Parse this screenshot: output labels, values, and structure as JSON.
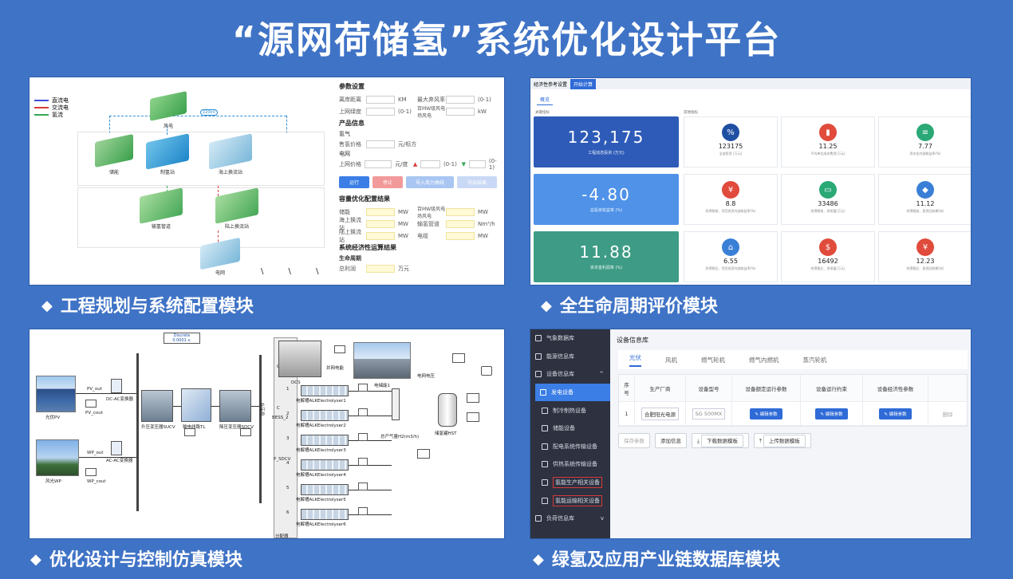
{
  "title": "“源网荷储氢”系统优化设计平台",
  "captions": {
    "p1": "工程规划与系统配置模块",
    "p2": "全生命周期评价模块",
    "p3": "优化设计与控制仿真模块",
    "p4": "绿氢及应用产业链数据库模块",
    "bullet": "◆"
  },
  "planning": {
    "legend": [
      {
        "label": "直流电",
        "color": "#3b4fd8"
      },
      {
        "label": "交流电",
        "color": "#d83b3b"
      },
      {
        "label": "氢流",
        "color": "#34a853"
      }
    ],
    "nodes": {
      "wind": "风电",
      "storage": "储能",
      "h2prod": "制氢站",
      "sea_station": "海上换流站",
      "pipeline": "输氢管道",
      "land_station": "陆上换流站",
      "grid": "电网"
    },
    "link_label": "220kV",
    "params_title": "参数设置",
    "rows1": [
      {
        "a": "离岸距离",
        "ua": "KM",
        "b": "最大弃风率",
        "ub": "(0-1)"
      },
      {
        "a": "上网绿度",
        "ua": "(0-1)",
        "b": "百MW级风电场风电",
        "ub": "kW"
      }
    ],
    "product_title": "产品信息",
    "product_h2": "氢气",
    "product_h2_row": {
      "a": "售氢价格",
      "ua": "元/标方"
    },
    "product_grid": "电网",
    "product_grid_row": {
      "a": "上网价格",
      "ua": "元/度",
      "ub": "(0-1)",
      "uc": "(0-1)"
    },
    "buttons": [
      {
        "label": "运行",
        "color": "#3b7ee6"
      },
      {
        "label": "停止",
        "color": "#f29a9a"
      },
      {
        "label": "导入风力曲线",
        "color": "#a9c6f2"
      },
      {
        "label": "导出结果",
        "color": "#c9d9f5"
      }
    ],
    "capacity_title": "容量优化配置结果",
    "rows2": [
      {
        "a": "储能",
        "ua": "MW",
        "b": "百MW级风电场风电",
        "ub": "MW"
      },
      {
        "a": "海上换流站",
        "ua": "MW",
        "b": "输氢管道",
        "ub": "Nm³/h"
      },
      {
        "a": "陆上换流站",
        "ua": "MW",
        "b": "电缆",
        "ub": "MW"
      }
    ],
    "econ_title": "系统经济性运算结果",
    "econ_sub": "生命周期",
    "econ_row": {
      "a": "总利润",
      "ua": "万元"
    }
  },
  "lifecycle": {
    "top_label": "经济性参考设置",
    "top_tab": "开始计算",
    "sub_tab": "概览",
    "left_header": "关键指标",
    "right_header": "其他指标",
    "big": [
      {
        "value": "123,175",
        "label": "工程动态投资 (万元)",
        "color": "#2e5bb8"
      },
      {
        "value": "-4.80",
        "label": "总投资收益率 (%)",
        "color": "#4f92e8"
      },
      {
        "value": "11.88",
        "label": "资本金利润率 (%)",
        "color": "#3e9c86"
      }
    ],
    "kpis": [
      {
        "value": "123175",
        "label": "全部投资 (万元)",
        "icon": "percent-icon",
        "glyph": "%",
        "color": "#1f4fa3"
      },
      {
        "value": "11.25",
        "label": "平均单位成本费用(万元)",
        "icon": "bar-chart-icon",
        "glyph": "▮",
        "color": "#e04b3c"
      },
      {
        "value": "7.77",
        "label": "资本金内部收益率(%)",
        "icon": "wallet-icon",
        "glyph": "≡",
        "color": "#2aa876"
      },
      {
        "value": "8.8",
        "label": "所得税前、项目投资内部收益率(%)",
        "icon": "coin-icon",
        "glyph": "¥",
        "color": "#e04b3c"
      },
      {
        "value": "33486",
        "label": "所得税前、净现值(万元)",
        "icon": "card-icon",
        "glyph": "▭",
        "color": "#2aa876"
      },
      {
        "value": "11.12",
        "label": "所得税前、投资回收期(年)",
        "icon": "box-icon",
        "glyph": "◆",
        "color": "#3a7fd6"
      },
      {
        "value": "6.55",
        "label": "所得税后、项目投资内部收益率(%)",
        "icon": "house-icon",
        "glyph": "⌂",
        "color": "#3a7fd6"
      },
      {
        "value": "16492",
        "label": "所得税后、净现值(万元)",
        "icon": "money-bag-icon",
        "glyph": "$",
        "color": "#e04b3c"
      },
      {
        "value": "12.23",
        "label": "所得税后、投资回收期(年)",
        "icon": "coins-icon",
        "glyph": "¥",
        "color": "#e04b3c"
      }
    ]
  },
  "simulation": {
    "discrete": "Discrete",
    "sample": "0.0001 s.",
    "labels": {
      "pv_out": "PV_out",
      "pv_cout": "PV_cout",
      "dcac": "DC-AC变换器",
      "wp_out": "WP_out",
      "wp_cout": "WP_cout",
      "acac": "AC-AC变换器",
      "pv": "光伏PV",
      "wp": "风光WP",
      "sucv": "升压变压器SUCV",
      "line": "输电线路TL",
      "sdcv": "降压变压器SDCV",
      "dcs": "DCS",
      "grid_conn": "并网电能",
      "grid_v": "电网电压",
      "utility": "电储能1",
      "bess": "BESS_2",
      "psdcv": "P_SDCV",
      "h2out": "总产气量H2(m3/h)",
      "hst": "储氢罐HST",
      "busbar": "升压母",
      "bottom": "分配器"
    },
    "electrolyzers": [
      {
        "n": "1",
        "label": "电解槽ALKElectrolyser1"
      },
      {
        "n": "2",
        "label": "电解槽ALKElectrolyser2"
      },
      {
        "n": "3",
        "label": "电解槽ALKElectrolyser3"
      },
      {
        "n": "4",
        "label": "电解槽ALKElectrolyser4"
      },
      {
        "n": "5",
        "label": "电解槽ALKElectrolyser5"
      },
      {
        "n": "6",
        "label": "电解槽ALKElectrolyser6"
      }
    ]
  },
  "database": {
    "sidebar": [
      {
        "label": "气象数据库",
        "type": "top"
      },
      {
        "label": "能源信息库",
        "type": "top"
      },
      {
        "label": "设备信息库",
        "type": "top",
        "arrow": "^"
      },
      {
        "label": "发电设备",
        "type": "active"
      },
      {
        "label": "制冷制热设备",
        "type": "sub"
      },
      {
        "label": "储能设备",
        "type": "sub"
      },
      {
        "label": "配电系统传输设备",
        "type": "sub"
      },
      {
        "label": "供热系统传输设备",
        "type": "sub"
      },
      {
        "label": "氢能生产相关设备",
        "type": "hl"
      },
      {
        "label": "氢能运输相关设备",
        "type": "hl"
      },
      {
        "label": "负荷信息库",
        "type": "top",
        "arrow": "v"
      }
    ],
    "header": "设备信息库",
    "tabs": [
      "光伏",
      "风机",
      "燃气轮机",
      "燃气内燃机",
      "蒸汽轮机"
    ],
    "columns": [
      "序号",
      "生产厂商",
      "设备型号",
      "设备额定运行参数",
      "设备运行约束",
      "设备经济性参数",
      ""
    ],
    "row": {
      "no": "1",
      "maker": "合肥阳光电源",
      "model": "SG 500MX",
      "edit": "编辑参数",
      "del": "删除"
    },
    "actions": [
      "保存参数",
      "添加信息",
      "下载数据模板",
      "上传数据模板"
    ]
  }
}
